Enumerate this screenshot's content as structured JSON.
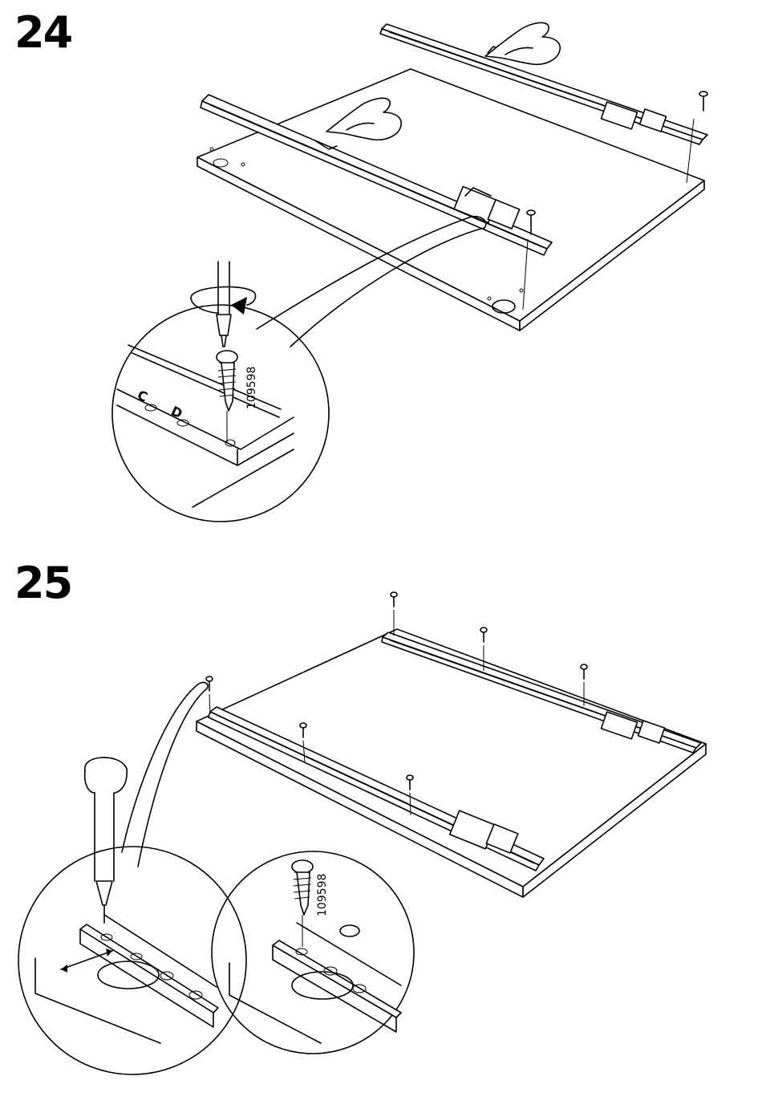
{
  "steps": [
    {
      "number": "24",
      "part_number": "109598",
      "hole_letters": [
        "C",
        "D"
      ]
    },
    {
      "number": "25",
      "part_number": "109598"
    }
  ]
}
